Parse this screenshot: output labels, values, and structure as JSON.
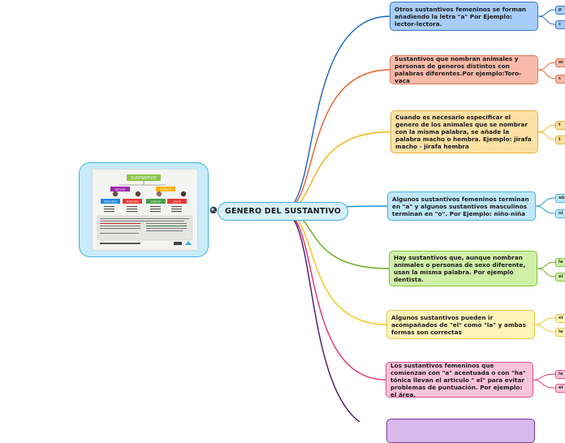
{
  "central": {
    "label": "GENERO DEL SUSTANTIVO"
  },
  "image_card": {
    "title": "SUSTANTIVO",
    "tags": [
      "género",
      "número"
    ],
    "subtags": [
      "masculino",
      "femenino",
      "singular",
      "plural"
    ]
  },
  "branches": [
    {
      "text": "Otros sustantivos femeninos se forman añadiendo la letra \"a\" Por Ejemplo: lector-lectora.",
      "color": "#1565c0",
      "bg": "#a8cdfa",
      "border": "#3a78c9",
      "leaves": [
        "p",
        "c"
      ]
    },
    {
      "text": "Sustantivos que nombran animales y personas de generos distintos con palabras diferentes.Por ejemplo:Toro-vaca",
      "color": "#e8602c",
      "bg": "#f8b9a8",
      "border": "#e07a5a",
      "leaves": [
        "m",
        "c"
      ]
    },
    {
      "text": "Cuando es necesario especificar el genero de los animales que se nombrar con la misma palabra, se añade la palabra macho o hembra. Ejemplo: jirafa macho - jirafa hembra",
      "color": "#f2b318",
      "bg": "#fde0a4",
      "border": "#e8ad3a",
      "leaves": [
        "t",
        "t"
      ]
    },
    {
      "text": "Algunos sustantivos femeninos terminan en \"a\" y algunos sustantivos masculinos terminan en \"o\". Por Ejemplo: niño-niña",
      "color": "#1e96d0",
      "bg": "#bfe8f8",
      "border": "#4ab3df",
      "leaves": [
        "ab",
        "ni"
      ]
    },
    {
      "text": "Hay sustantivos que, aunque nombran animales o personas de sexo diferente, usan la misma palabra. Por ejemplo dentista.",
      "color": "#6aaa1e",
      "bg": "#d0f0a8",
      "border": "#84c23c",
      "leaves": [
        "la",
        "el"
      ]
    },
    {
      "text": "Algunos sustantivos pueden ir acompañados de \"el\" como \"la\" y ambas formas son correctas",
      "color": "#f5c518",
      "bg": "#fff3b8",
      "border": "#e8c64a",
      "leaves": [
        "el",
        "la"
      ]
    },
    {
      "text": "Los sustantivos femeninos que comienzan con \"a\" acentuada o con \"ha\" tónica llevan el articulo \" el\" para evitar problemas de puntuación. Por ejemplo: el área.",
      "color": "#e0306e",
      "bg": "#fac3d8",
      "border": "#e0528a",
      "leaves": [
        "la h",
        "el a"
      ]
    },
    {
      "text": "",
      "color": "#4a1470",
      "bg": "#d9b8ec",
      "border": "#7a3aa0",
      "leaves": []
    }
  ]
}
